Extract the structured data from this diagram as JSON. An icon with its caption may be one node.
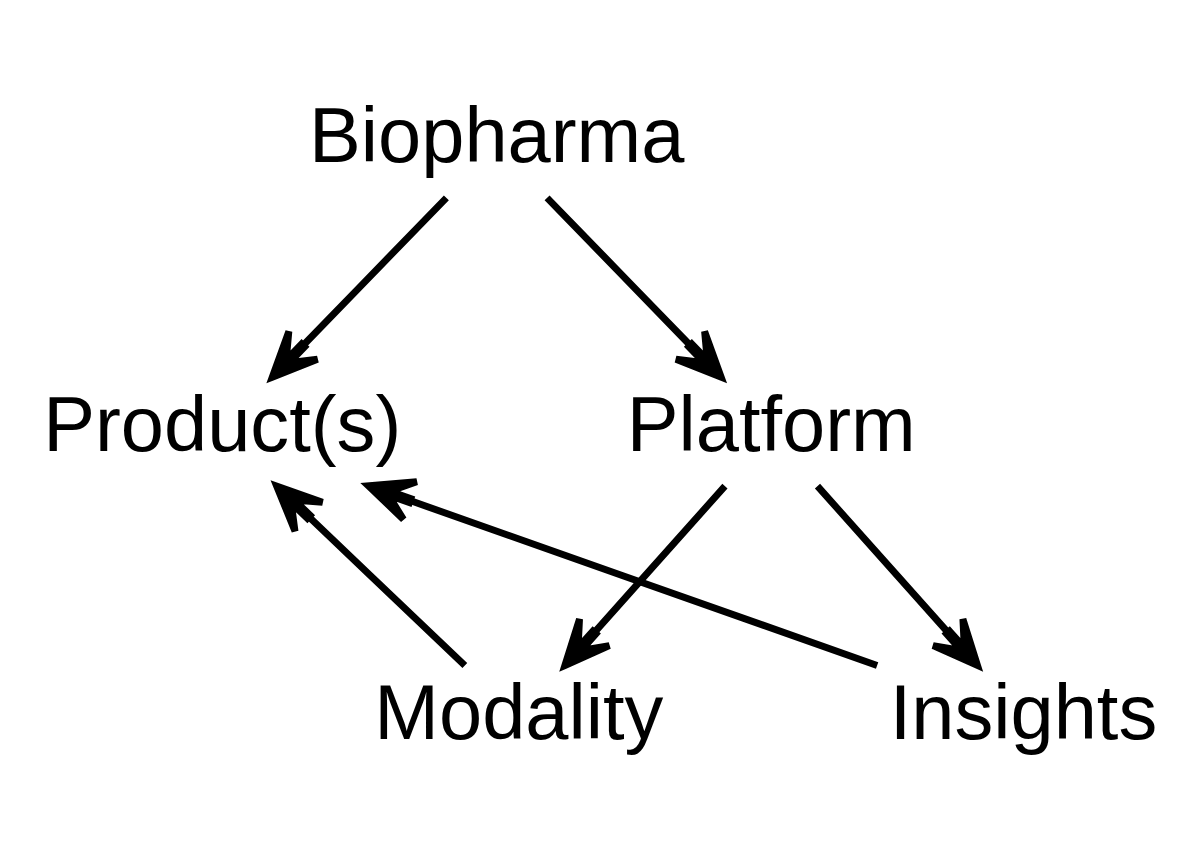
{
  "diagram": {
    "nodes": [
      {
        "text": [
          "Biopharma"
        ]
      },
      {
        "text": [
          "Product(s)"
        ]
      },
      {
        "text": [
          "Platform"
        ]
      },
      {
        "text": [
          "Modality"
        ]
      },
      {
        "text": [
          "Insights"
        ]
      }
    ],
    "edges": [
      {
        "from": 0,
        "to": 1,
        "arrow": "to"
      },
      {
        "from": 0,
        "to": 2,
        "arrow": "to"
      },
      {
        "from": 2,
        "to": 3,
        "arrow": "to"
      },
      {
        "from": 2,
        "to": 4,
        "arrow": "to"
      },
      {
        "from": 3,
        "to": 1,
        "arrow": "to"
      },
      {
        "from": 4,
        "to": 1,
        "arrow": "to"
      }
    ]
  }
}
